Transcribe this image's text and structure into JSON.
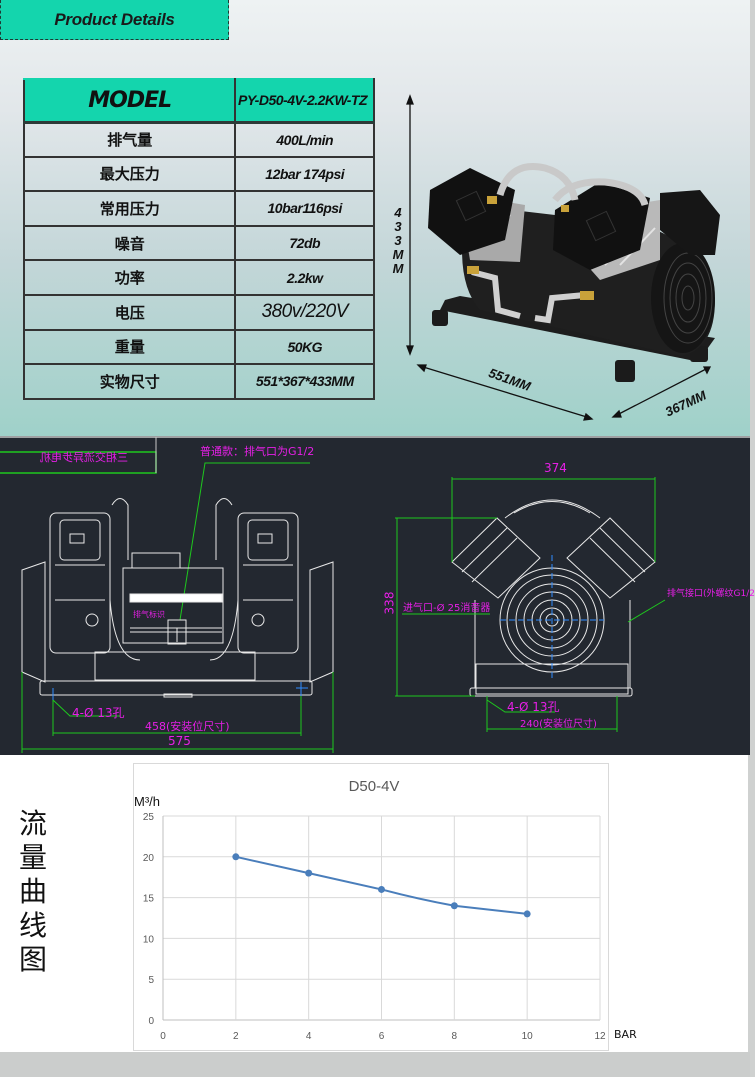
{
  "header": {
    "tab_label": "Product Details"
  },
  "spec_table": {
    "model_label": "MODEL",
    "model_value": "PY-D50-4V-2.2KW-TZ",
    "rows": [
      {
        "label": "排气量",
        "value": "400L/min"
      },
      {
        "label": "最大压力",
        "value": "12bar 174psi"
      },
      {
        "label": "常用压力",
        "value": "10bar116psi"
      },
      {
        "label": "噪音",
        "value": "72db"
      },
      {
        "label": "功率",
        "value": "2.2kw"
      },
      {
        "label": "电压",
        "value": "380v/220V"
      },
      {
        "label": "重量",
        "value": "50KG"
      },
      {
        "label": "实物尺寸",
        "value": "551*367*433MM"
      }
    ]
  },
  "product_image": {
    "height_label": "4\n3\n3\nM\nM",
    "length_label": "551MM",
    "depth_label": "367MM"
  },
  "cad_drawing": {
    "title_box": "三相交流异步电机",
    "exhaust_note": "普通款：排气口为G1/2",
    "exhaust_marker": "排气标识",
    "hole_note_left": "4-Ø 13孔",
    "mount_width_left": "458(安装位尺寸)",
    "total_width": "575",
    "top_width": "374",
    "height_dim": "338",
    "intake_note": "进气口-Ø 25消音器",
    "exhaust_port_note": "排气接口(外螺纹G1/2",
    "hole_note_right": "4-Ø 13孔",
    "mount_width_right": "240(安装位尺寸)"
  },
  "flow_chart_section": {
    "vertical_title": "流\n量\n曲\n线\n图",
    "x_unit_label": "BAR"
  },
  "chart_data": {
    "type": "line",
    "title": "D50-4V",
    "xlabel": "BAR",
    "ylabel": "M³/h",
    "x": [
      2,
      4,
      6,
      8,
      10
    ],
    "series": [
      {
        "name": "D50-4V",
        "values": [
          20,
          18,
          16,
          14,
          13
        ],
        "color": "#4a7ebb"
      }
    ],
    "xlim": [
      0,
      12
    ],
    "ylim": [
      0,
      25
    ],
    "xticks": [
      "0",
      "2",
      "4",
      "6",
      "8",
      "10",
      "12"
    ],
    "yticks": [
      "0",
      "5",
      "10",
      "15",
      "20",
      "25"
    ],
    "grid": true,
    "legend": "none"
  },
  "colors": {
    "accent_teal": "#14d5ad",
    "cad_background": "#232830",
    "cad_magenta": "#e61fe6",
    "cad_green": "#1ec81e",
    "chart_line": "#4a7ebb"
  }
}
